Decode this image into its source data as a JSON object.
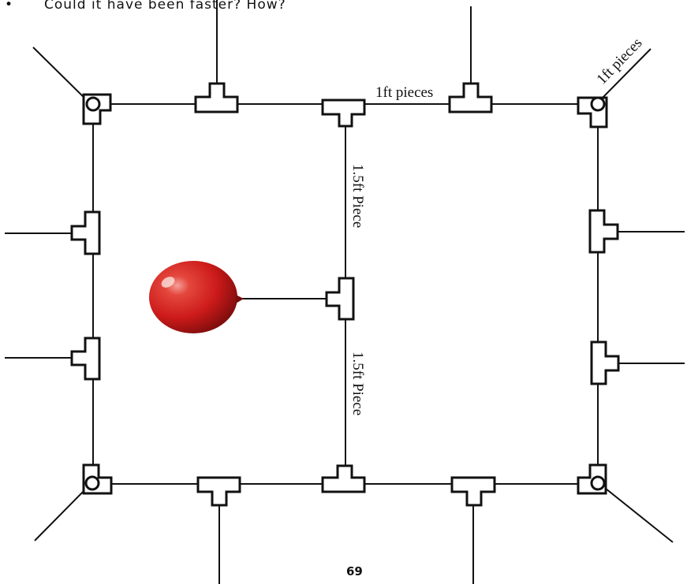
{
  "page": {
    "bullet": "•",
    "question": "Could it have been faster? How?",
    "page_number": "69"
  },
  "diagram": {
    "labels": {
      "top_pieces": "1ft pieces",
      "corner_pieces": "1ft pieces",
      "upper_center_piece": "1.5ft Piece",
      "lower_center_piece": "1.5ft Piece"
    },
    "colors": {
      "pipe": "#111111",
      "balloon": "#cc1a1a",
      "balloon_highlight": "#f4a09a"
    },
    "icons": [
      "balloon-icon",
      "elbow-fitting-icon",
      "tee-fitting-icon"
    ]
  }
}
